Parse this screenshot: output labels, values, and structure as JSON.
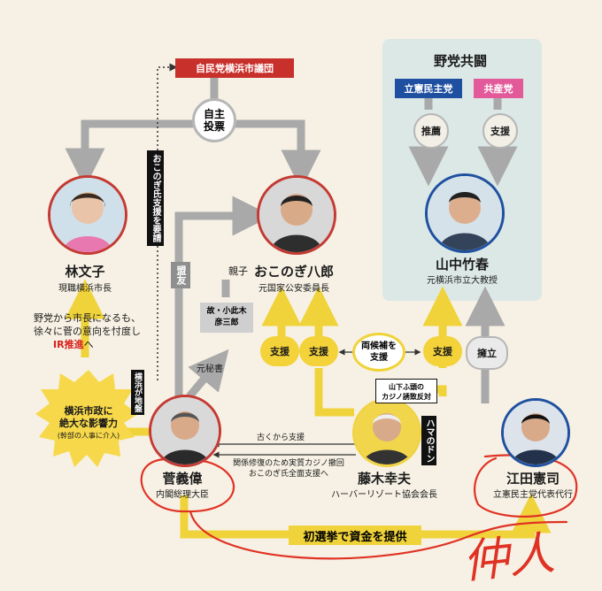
{
  "header_box": "自民党横浜市議団",
  "opposition": {
    "title": "野党共闘",
    "party1": "立憲民主党",
    "party2": "共産党",
    "support1": "推薦",
    "support2": "支援"
  },
  "vote_bubble": "自主\n投票",
  "request_label": "おこのぎ氏支援を要請",
  "alliance_label": "盟友",
  "people": {
    "hayashi": {
      "name": "林文子",
      "role": "現職横浜市長"
    },
    "okonogi": {
      "name": "おこのぎ八郎",
      "role": "元国家公安委員長"
    },
    "yamanaka": {
      "name": "山中竹春",
      "role": "元横浜市立大教授"
    },
    "suga": {
      "name": "菅義偉",
      "role": "内閣総理大臣"
    },
    "fujiki": {
      "name": "藤木幸夫",
      "role": "ハーバーリゾート協会会長"
    },
    "eda": {
      "name": "江田憲司",
      "role": "立憲民主党代表代行"
    }
  },
  "oyako_label": "親子",
  "father_box": "故・小此木\n彦三郎",
  "former_secretary": "元秘書",
  "hayashi_note": {
    "line1": "野党から市長になるも、",
    "line2": "徐々に菅の意向を忖度し",
    "ir": "IR推進",
    "tail": "へ"
  },
  "influence": {
    "line1": "横浜市政に",
    "line2": "絶大な影響力",
    "line3": "(幹部の人事に介入)"
  },
  "jiban_label": "横浜が地盤",
  "hama_label": "ハマのドン",
  "casino_note": "山下ふ頭の\nカジノ誘致反対",
  "both_support": "両候補を\n支援",
  "support_words": {
    "s1": "支援",
    "s2": "支援",
    "s3": "支援",
    "endorse": "擁立"
  },
  "old_support": "古くから支援",
  "repair_note": "関係修復のため実質カジノ撤回\nおこのぎ氏全面支援へ",
  "funding": "初選挙で資金を提供",
  "handwritten": "仲人"
}
